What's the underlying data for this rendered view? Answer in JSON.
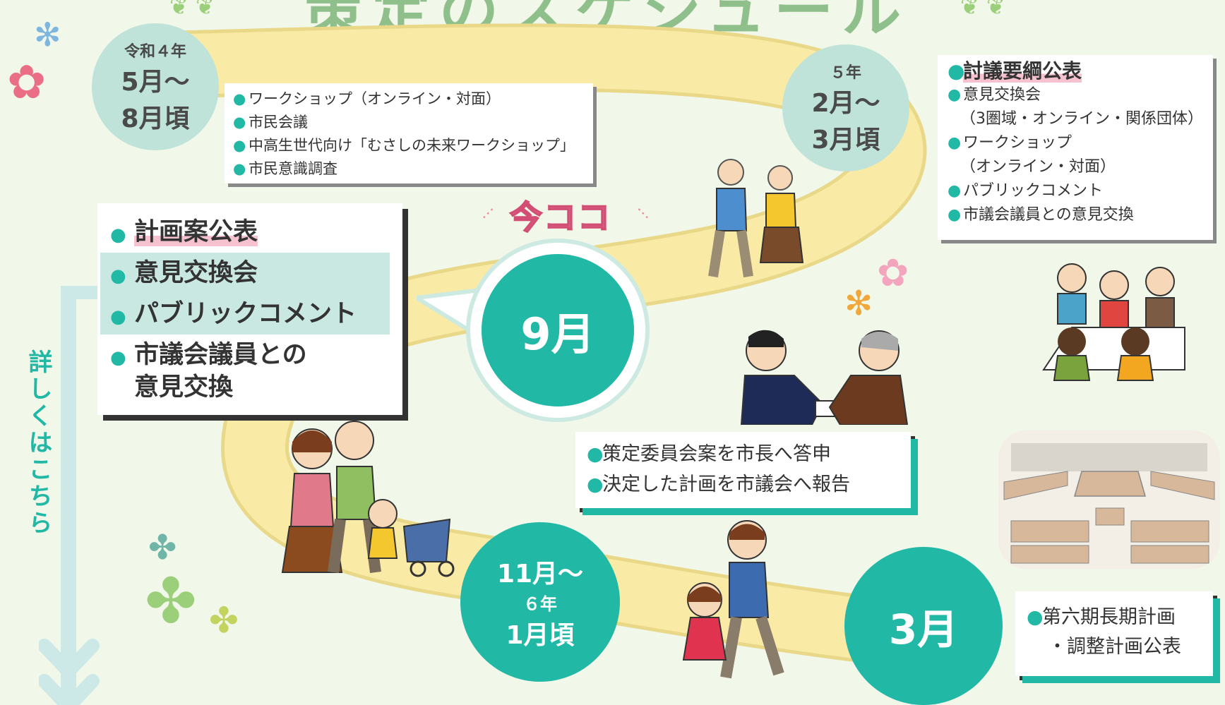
{
  "title": "策定のスケジュール",
  "now_label": "今ココ",
  "side_label": "詳しくはこちら",
  "phases": [
    {
      "id": "p1",
      "top": "令和４年",
      "mid": "5月〜",
      "bot": "8月頃"
    },
    {
      "id": "p2",
      "top": "５年",
      "mid": "2月〜",
      "bot": "3月頃"
    },
    {
      "id": "p3",
      "mid": "9月"
    },
    {
      "id": "p4",
      "top": "11月〜",
      "mid": "６年",
      "bot": "1月頃"
    },
    {
      "id": "p5",
      "mid": "3月"
    }
  ],
  "box1": [
    "ワークショップ（オンライン・対面）",
    "市民会議",
    "中高生世代向け「むさしの未来ワークショップ」",
    "市民意識調査"
  ],
  "box2": [
    "討議要綱公表",
    "意見交換会",
    "（3圏域・オンライン・関係団体）",
    "ワークショップ",
    "（オンライン・対面）",
    "パブリックコメント",
    "市議会議員との意見交換"
  ],
  "box3": [
    "計画案公表",
    "意見交換会",
    "パブリックコメント",
    "市議会議員との",
    "意見交換"
  ],
  "box4": [
    "策定委員会案を市長へ答申",
    "決定した計画を市議会へ報告"
  ],
  "box5": [
    "第六期長期計画",
    "・調整計画公表"
  ],
  "colors": {
    "teal": "#22b8a6",
    "light_teal": "#bfe3d8",
    "road": "#f8e6a0",
    "pink": "#f7c2cf",
    "background": "#f1f7e9"
  }
}
